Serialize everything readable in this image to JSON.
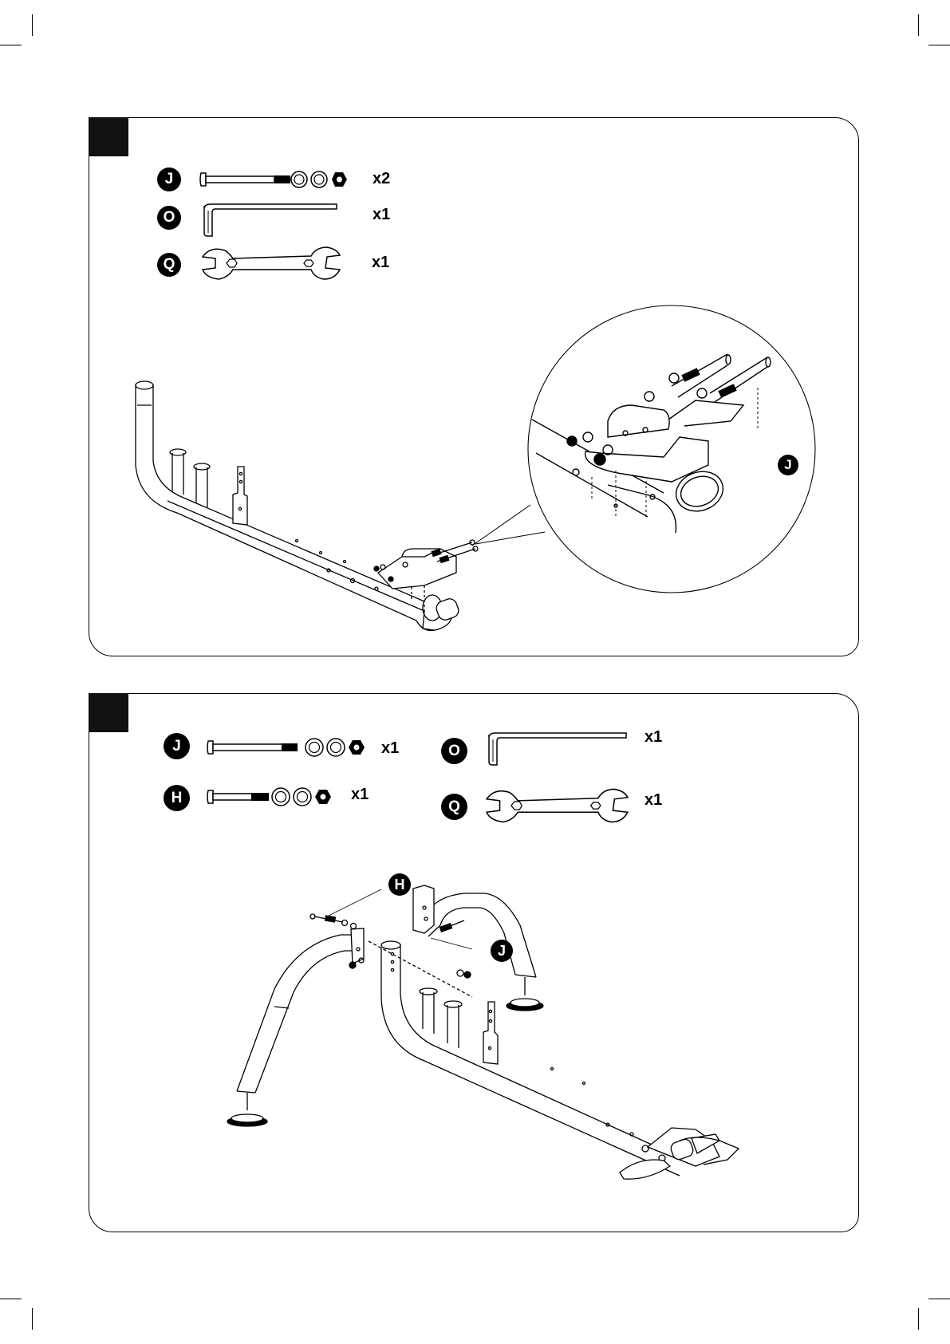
{
  "step1": {
    "step_number": "",
    "parts": [
      {
        "letter": "J",
        "qty": "x2",
        "icon": "bolt-with-washers-nut-icon"
      },
      {
        "letter": "O",
        "qty": "x1",
        "icon": "allen-key-icon"
      },
      {
        "letter": "Q",
        "qty": "x1",
        "icon": "open-wrench-icon"
      }
    ],
    "callout": "J"
  },
  "step2": {
    "step_number": "",
    "parts": [
      {
        "letter": "J",
        "qty": "x1",
        "icon": "bolt-with-washers-nut-icon"
      },
      {
        "letter": "H",
        "qty": "x1",
        "icon": "short-bolt-with-washers-nut-icon"
      },
      {
        "letter": "O",
        "qty": "x1",
        "icon": "allen-key-icon"
      },
      {
        "letter": "Q",
        "qty": "x1",
        "icon": "open-wrench-icon"
      }
    ],
    "callouts": [
      "H",
      "J"
    ]
  }
}
